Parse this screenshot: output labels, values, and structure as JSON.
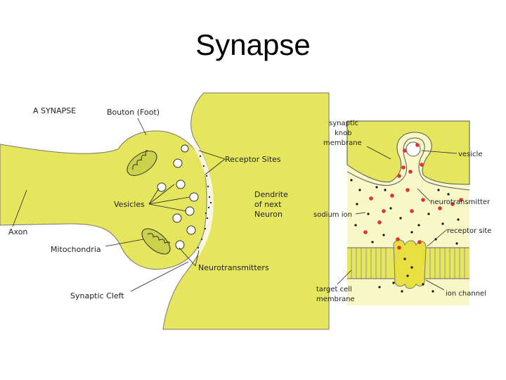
{
  "slide": {
    "title": "Synapse"
  },
  "left_diagram": {
    "heading": "A SYNAPSE",
    "labels": {
      "bouton": "Bouton (Foot)",
      "receptor_sites": "Receptor Sites",
      "dendrite_line1": "Dendrite",
      "dendrite_line2": "of next",
      "dendrite_line3": "Neuron",
      "vesicles": "Vesicles",
      "axon": "Axon",
      "mitochondria": "Mitochondria",
      "neurotransmitters": "Neurotransmitters",
      "synaptic_cleft": "Synaptic Cleft"
    }
  },
  "right_diagram": {
    "labels": {
      "knob_line1": "synaptic",
      "knob_line2": "knob",
      "knob_line3": "membrane",
      "vesicle": "vesicle",
      "neurotransmitter": "neurotransmitter",
      "sodium_ion": "sodium ion",
      "receptor_site": "receptor site",
      "target_line1": "target cell",
      "target_line2": "membrane",
      "ion_channel": "ion channel"
    }
  },
  "colors": {
    "cell_fill": "#e5e55e",
    "light_fill": "#f7f7c8",
    "neurotransmitter_red": "#e03030",
    "sodium_black": "#111111"
  }
}
